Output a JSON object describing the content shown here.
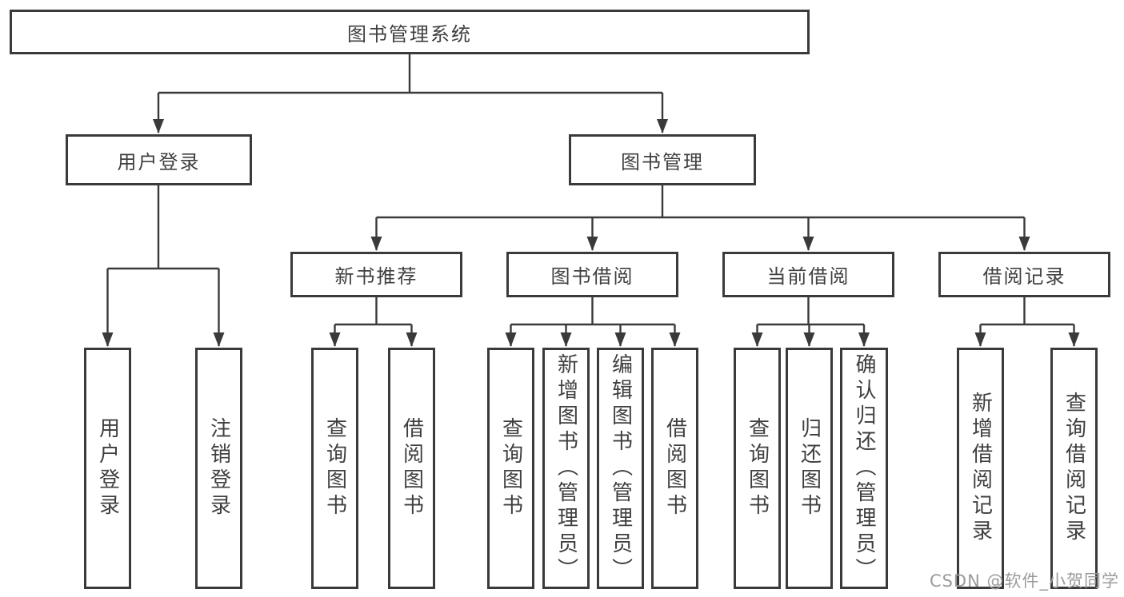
{
  "diagram": {
    "type": "hierarchy-tree",
    "colors": {
      "line": "#3a3a3a",
      "text": "#3f3f3f",
      "background": "#ffffff"
    },
    "nodes": {
      "root": "图书管理系统",
      "user_login": {
        "label": "用户登录",
        "children": [
          "用户登录",
          "注销登录"
        ]
      },
      "book_management": {
        "label": "图书管理",
        "sections": {
          "new_books": {
            "label": "新书推荐",
            "children": [
              "查询图书",
              "借阅图书"
            ]
          },
          "book_borrow": {
            "label": "图书借阅",
            "children": [
              "查询图书",
              "新增图书（管理员）",
              "编辑图书（管理员）",
              "借阅图书"
            ]
          },
          "current_borrow": {
            "label": "当前借阅",
            "children": [
              "查询图书",
              "归还图书",
              "确认归还（管理员）"
            ]
          },
          "borrow_records": {
            "label": "借阅记录",
            "children": [
              "新增借阅记录",
              "查询借阅记录"
            ]
          }
        }
      }
    }
  },
  "watermark": {
    "text": "CSDN @软件_小贺同学",
    "color": "#9b9b9b"
  }
}
